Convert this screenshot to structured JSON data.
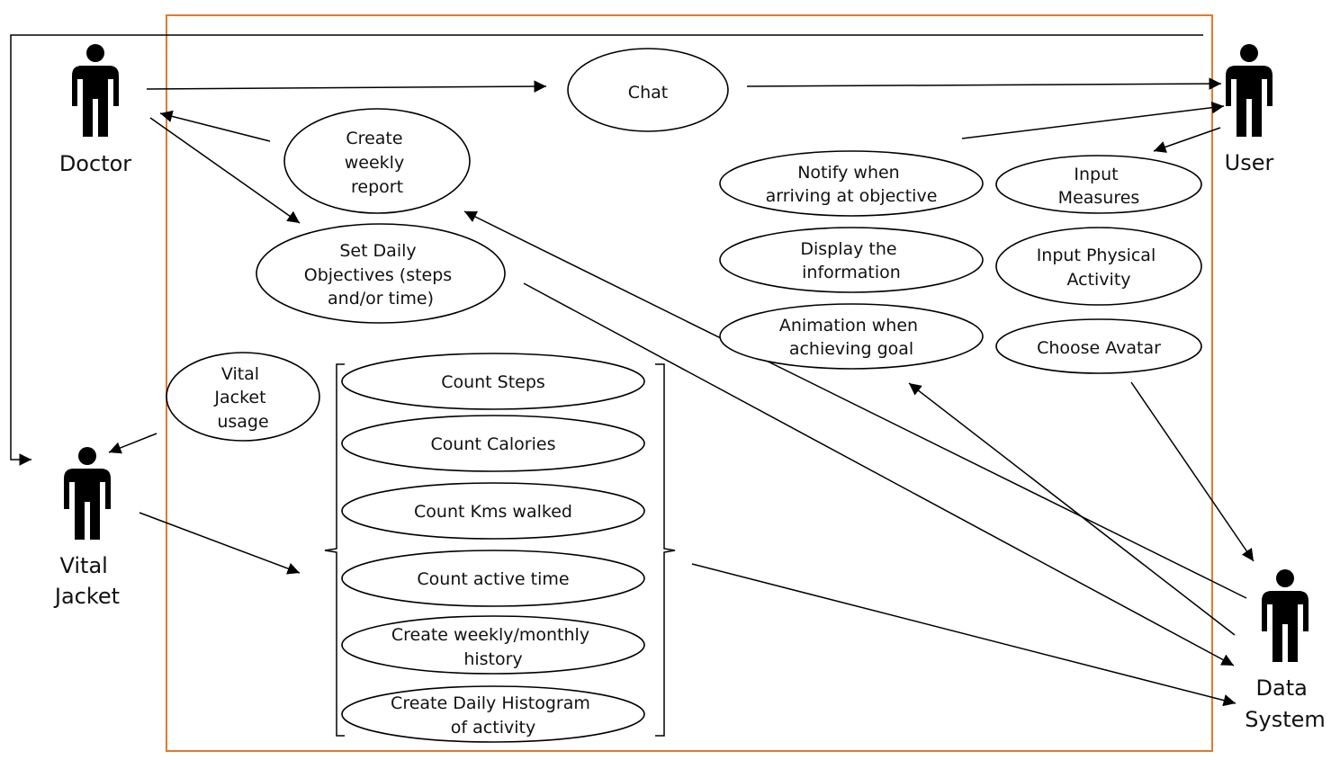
{
  "actors": {
    "doctor": "Doctor",
    "user": "User",
    "vital_jacket_line1": "Vital",
    "vital_jacket_line2": "Jacket",
    "data_system_line1": "Data",
    "data_system_line2": "System"
  },
  "use_cases": {
    "chat": [
      "Chat"
    ],
    "create_weekly_report": [
      "Create",
      "weekly",
      "report"
    ],
    "set_daily_objectives": [
      "Set Daily",
      "Objectives (steps",
      "and/or time)"
    ],
    "notify_objective": [
      "Notify when",
      "arriving at objective"
    ],
    "display_information": [
      "Display the",
      "information"
    ],
    "animation_goal": [
      "Animation when",
      "achieving goal"
    ],
    "input_measures": [
      "Input",
      "Measures"
    ],
    "input_physical_activity": [
      "Input Physical",
      "Activity"
    ],
    "choose_avatar": [
      "Choose Avatar"
    ],
    "vital_jacket_usage": [
      "Vital",
      "Jacket",
      "usage"
    ],
    "count_steps": [
      "Count Steps"
    ],
    "count_calories": [
      "Count Calories"
    ],
    "count_kms": [
      "Count Kms walked"
    ],
    "count_active_time": [
      "Count active time"
    ],
    "weekly_monthly_history": [
      "Create weekly/monthly",
      "history"
    ],
    "daily_histogram": [
      "Create Daily Histogram",
      "of activity"
    ]
  },
  "colors": {
    "system_boundary": "#E07B2E",
    "lines": "#000000"
  }
}
